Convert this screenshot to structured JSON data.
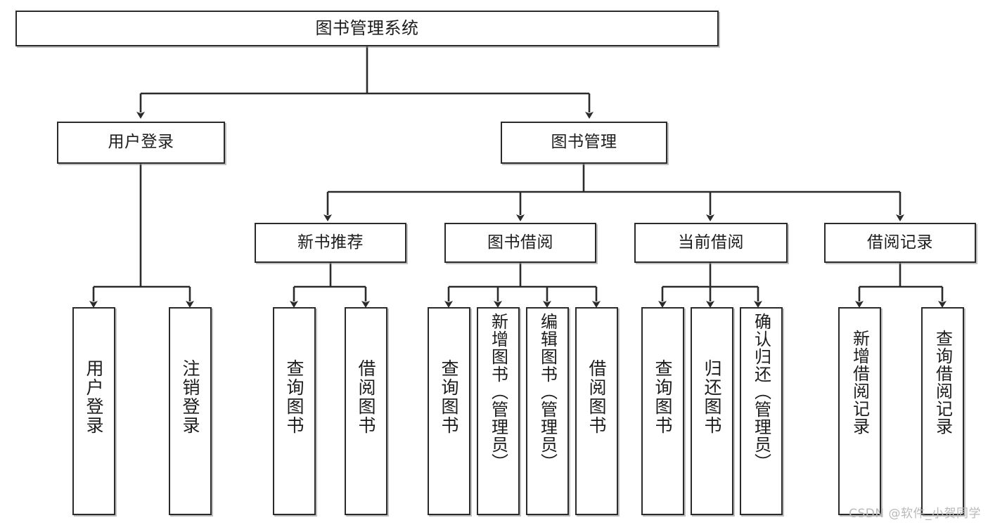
{
  "diagram": {
    "title": "图书管理系统",
    "watermark": "CSDN @软件_小贺同学",
    "nodes": {
      "root": {
        "label": "图书管理系统"
      },
      "level1": [
        {
          "id": "user-login",
          "label": "用户登录"
        },
        {
          "id": "book-management",
          "label": "图书管理"
        }
      ],
      "level2": [
        {
          "id": "new-book-recommend",
          "label": "新书推荐"
        },
        {
          "id": "book-borrow",
          "label": "图书借阅"
        },
        {
          "id": "current-borrow",
          "label": "当前借阅"
        },
        {
          "id": "borrow-record",
          "label": "借阅记录"
        }
      ],
      "leaves": {
        "user_login": [
          {
            "id": "leaf-user-login",
            "label": "用户登录"
          },
          {
            "id": "leaf-logout",
            "label": "注销登录"
          }
        ],
        "new_book_recommend": [
          {
            "id": "leaf-query-book-1",
            "label": "查询图书"
          },
          {
            "id": "leaf-borrow-book-1",
            "label": "借阅图书"
          }
        ],
        "book_borrow": [
          {
            "id": "leaf-query-book-2",
            "label": "查询图书"
          },
          {
            "id": "leaf-add-book",
            "label": "新增图书（管理员）"
          },
          {
            "id": "leaf-edit-book",
            "label": "编辑图书（管理员）"
          },
          {
            "id": "leaf-borrow-book-2",
            "label": "借阅图书"
          }
        ],
        "current_borrow": [
          {
            "id": "leaf-query-book-3",
            "label": "查询图书"
          },
          {
            "id": "leaf-return-book",
            "label": "归还图书"
          },
          {
            "id": "leaf-confirm-return",
            "label": "确认归还（管理员）"
          }
        ],
        "borrow_record": [
          {
            "id": "leaf-add-record",
            "label": "新增借阅记录"
          },
          {
            "id": "leaf-query-record",
            "label": "查询借阅记录"
          }
        ]
      }
    },
    "colors": {
      "stroke": "#2b2b2b",
      "fill": "#ffffff",
      "text": "#1c1c1c",
      "watermark": "#b9b9b9"
    }
  }
}
